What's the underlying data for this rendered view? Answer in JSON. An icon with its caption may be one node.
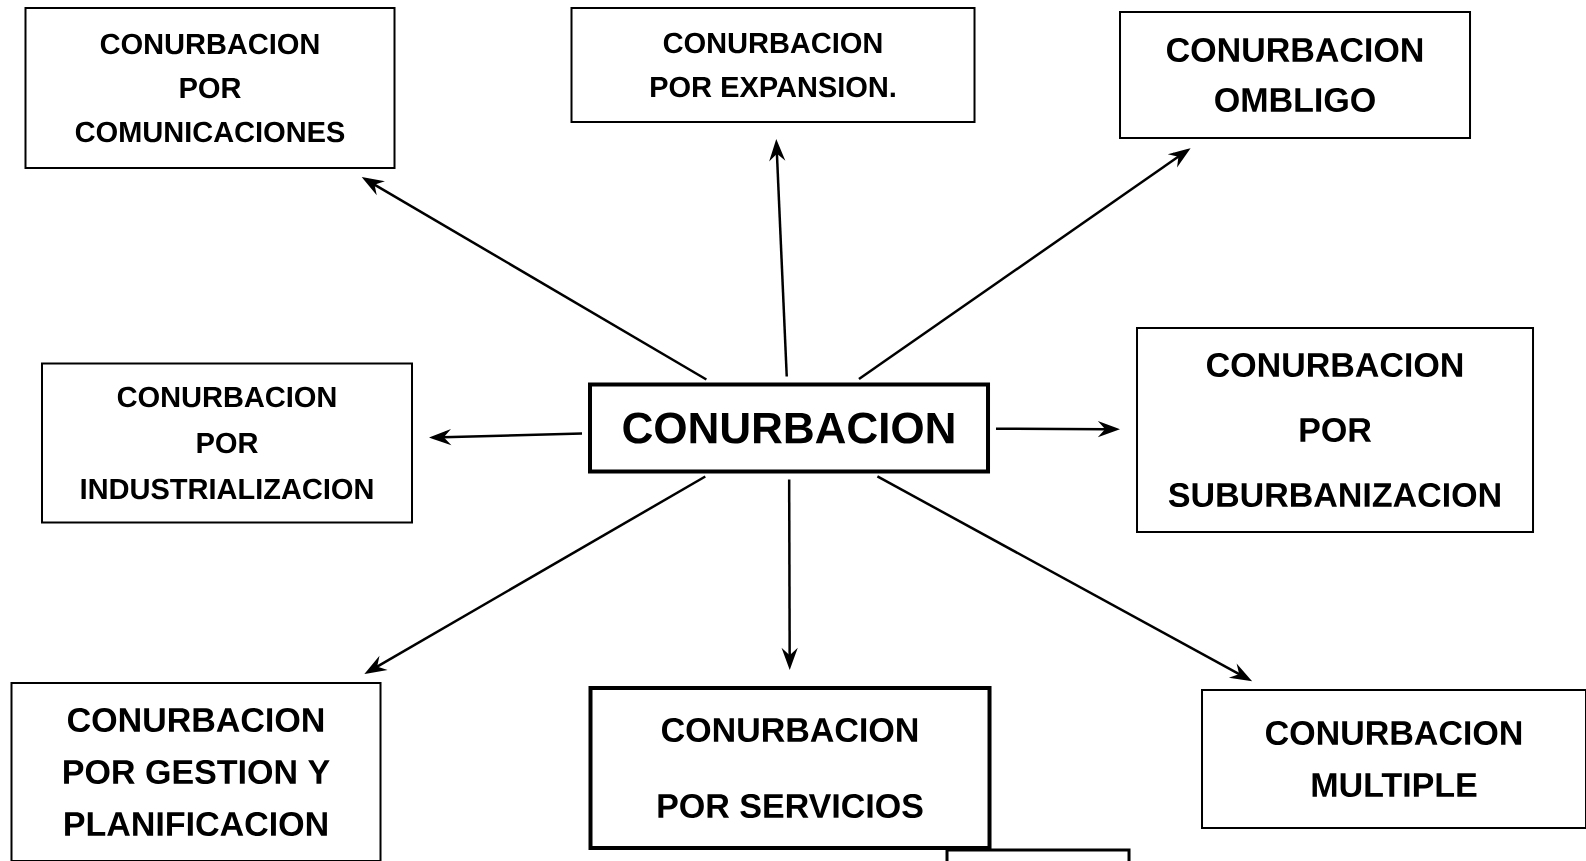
{
  "diagram": {
    "nodes": [
      {
        "text": [
          "CONURBACION"
        ]
      },
      {
        "text": [
          "CONURBACION POR COMUNICACIONES"
        ]
      },
      {
        "text": [
          "CONURBACION POR EXPANSION."
        ]
      },
      {
        "text": [
          "CONURBACION OMBLIGO"
        ]
      },
      {
        "text": [
          "CONURBACION POR INDUSTRIALIZACION"
        ]
      },
      {
        "text": [
          "CONURBACION POR SUBURBANIZACION"
        ]
      },
      {
        "text": [
          "CONURBACION POR GESTION Y PLANIFICACION"
        ]
      },
      {
        "text": [
          "CONURBACION POR SERVICIOS"
        ]
      },
      {
        "text": [
          "CONURBACION MULTIPLE"
        ]
      },
      {
        "text": [],
        "shape": "box"
      }
    ],
    "edges": [
      {
        "from": 0,
        "to": 1,
        "arrow": "to"
      },
      {
        "from": 0,
        "to": 2,
        "arrow": "to"
      },
      {
        "from": 0,
        "to": 3,
        "arrow": "to"
      },
      {
        "from": 0,
        "to": 4,
        "arrow": "to"
      },
      {
        "from": 0,
        "to": 5,
        "arrow": "to"
      },
      {
        "from": 0,
        "to": 6,
        "arrow": "to"
      },
      {
        "from": 0,
        "to": 7,
        "arrow": "to"
      },
      {
        "from": 0,
        "to": 8,
        "arrow": "to"
      }
    ]
  }
}
